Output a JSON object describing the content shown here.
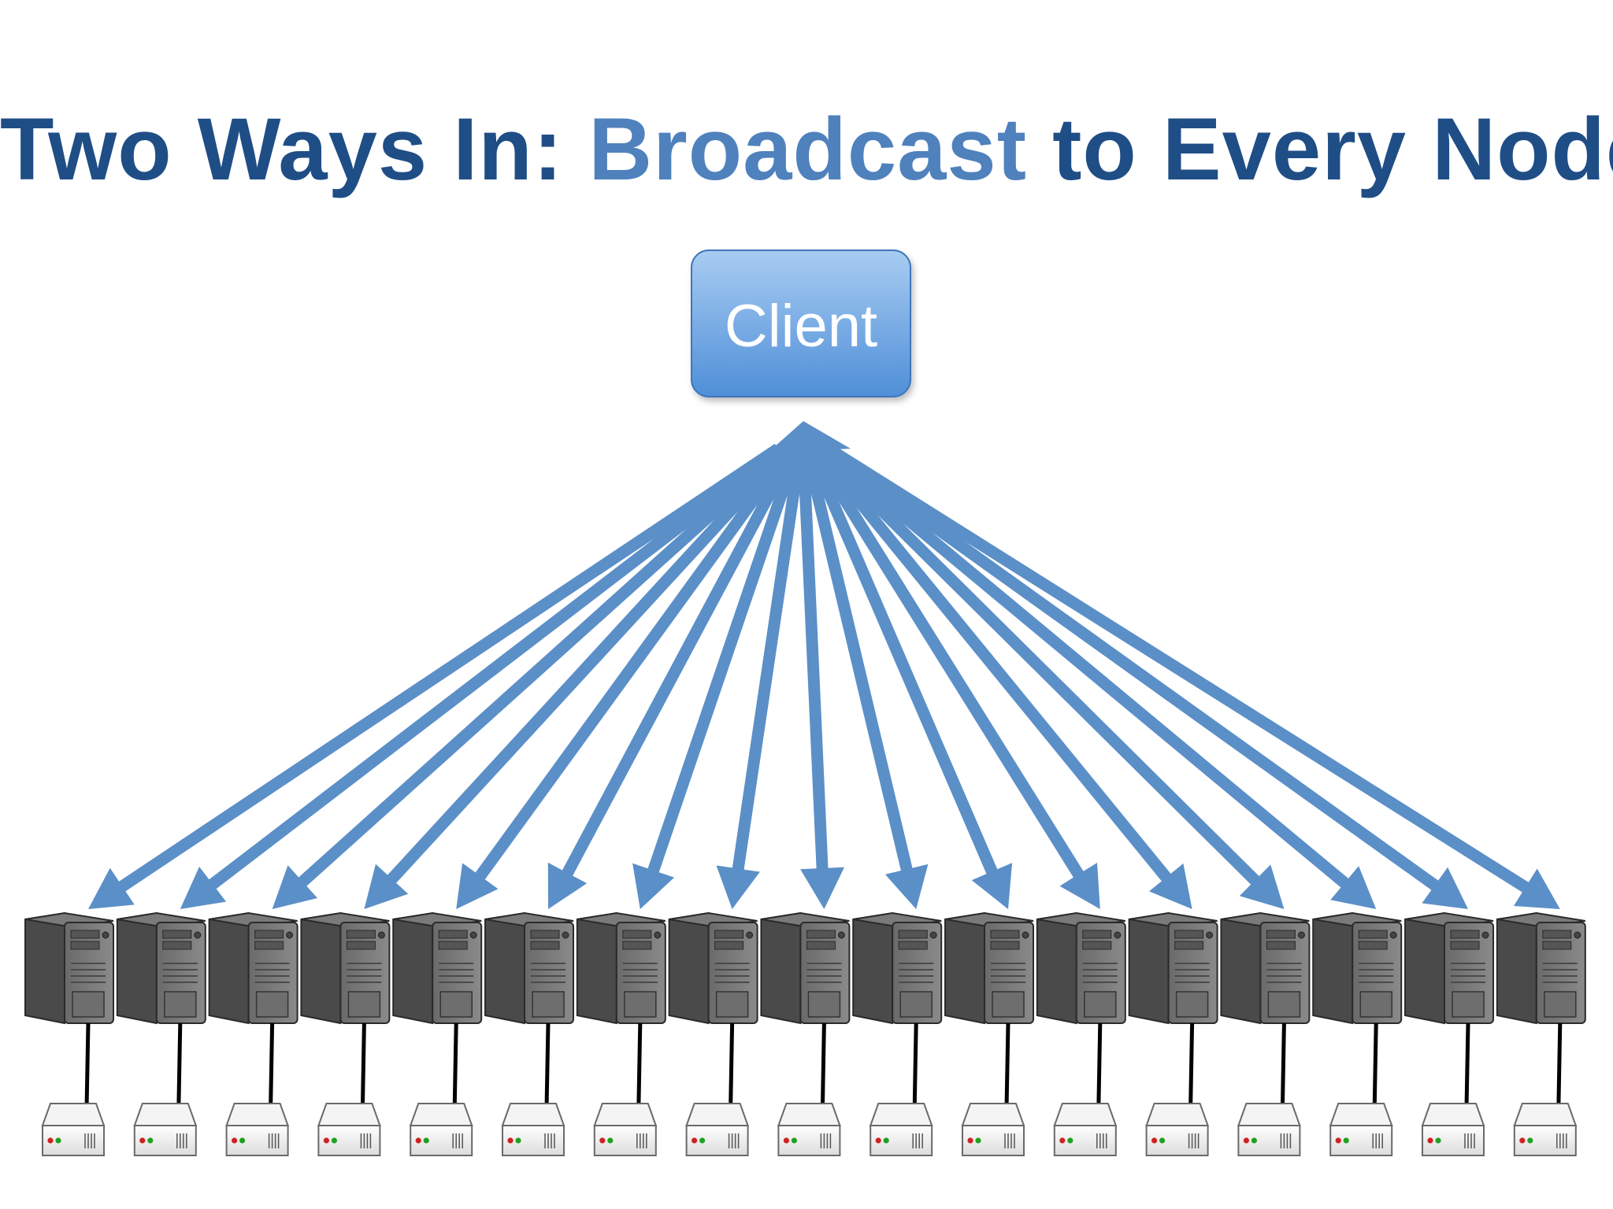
{
  "title": {
    "part1": "Two Ways In: ",
    "highlight": "Broadcast",
    "part2": " to Every Node"
  },
  "client": {
    "label": "Client"
  },
  "node_count": 17,
  "colors": {
    "title": "#1f4e86",
    "title_highlight": "#4f81bd",
    "arrow": "#5b8fc7",
    "client_box_top": "#a8ccf2",
    "client_box_bottom": "#4f8fd8",
    "server_body": "#5a5a5a",
    "disk_body": "#f2f2f2"
  }
}
